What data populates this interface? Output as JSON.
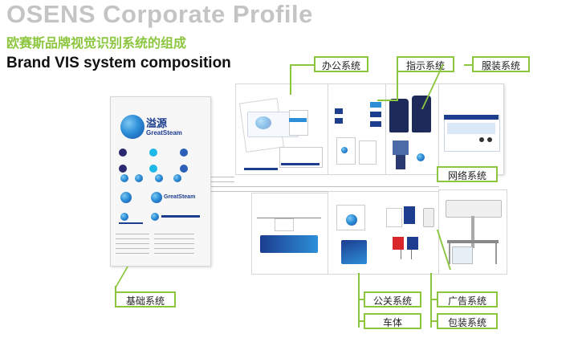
{
  "header": {
    "title_en": "OSENS Corporate Profile",
    "title_cn": "欧赛斯品牌视觉识别系统的组成",
    "subtitle": "Brand VIS system composition"
  },
  "brand": {
    "name_cn": "溢源",
    "name_en": "GreatSteam"
  },
  "labels": {
    "office": "办公系统",
    "signage": "指示系统",
    "apparel": "服装系统",
    "web": "网络系统",
    "basic": "基础系统",
    "pr": "公关系统",
    "ads": "广告系统",
    "vehicle": "车体",
    "packaging": "包装系统"
  },
  "colors": {
    "accent_green": "#8cc63f",
    "brand_navy": "#1d3d8f",
    "brand_blue": "#2c8fd8",
    "brand_cyan": "#1fb8e8",
    "title_gray": "#c4c4c4"
  }
}
